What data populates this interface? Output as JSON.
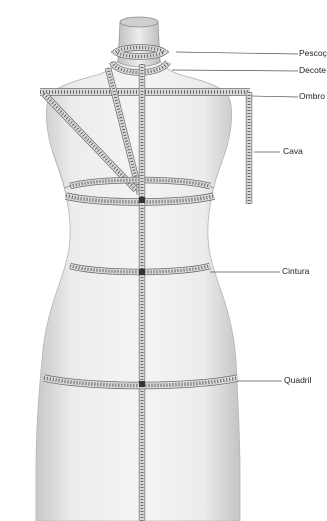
{
  "labels": {
    "neck": "Pescoço",
    "neckline": "Decote",
    "shoulder": "Ombro",
    "armhole": "Cava",
    "waist": "Cintura",
    "hip": "Quadril"
  },
  "colors": {
    "body_fill": "#e9e9e9",
    "body_shade": "#c9c9c9",
    "tape": "#d9d9d9",
    "tape_edge": "#6a6a6a",
    "leader": "#555555"
  }
}
